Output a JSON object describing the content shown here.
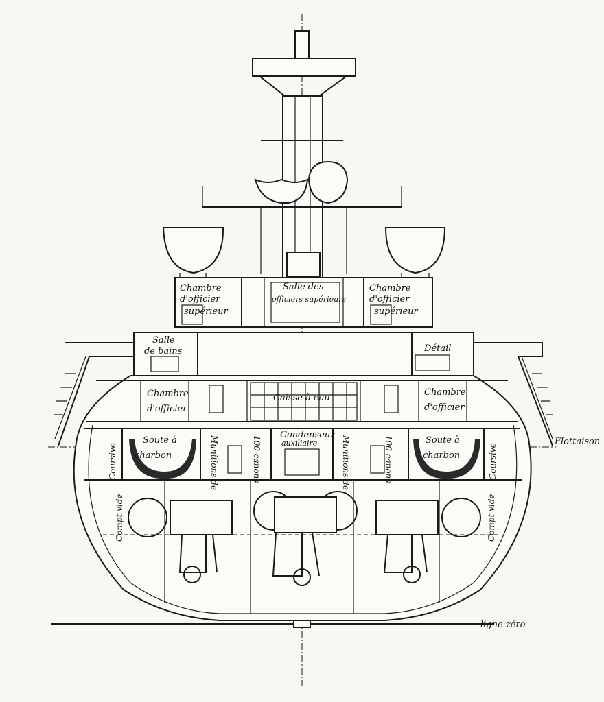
{
  "labels": {
    "chambre_officier_superieur_left_1": "Chambre",
    "chambre_officier_superieur_left_2": "d'officier",
    "chambre_officier_superieur_left_3": "supérieur",
    "chambre_officier_superieur_right_1": "Chambre",
    "chambre_officier_superieur_right_2": "d'officier",
    "chambre_officier_superieur_right_3": "supérieur",
    "officiers_superieurs_1": "Salle des",
    "officiers_superieurs_2": "officiers supérieurs",
    "salle_de_bains_1": "Salle",
    "salle_de_bains_2": "de bains",
    "detail": "Détail",
    "chambre_officier_left_1": "Chambre",
    "chambre_officier_left_2": "d'officier",
    "chambre_officier_right_1": "Chambre",
    "chambre_officier_right_2": "d'officier",
    "caisse_a_eau": "Caisse à eau",
    "soute_charbon_left_1": "Soute à",
    "soute_charbon_left_2": "charbon",
    "soute_charbon_right_1": "Soute à",
    "soute_charbon_right_2": "charbon",
    "condenseur_1": "Condenseur",
    "condenseur_2": "auxiliaire",
    "munitions_left_1": "Munitions de",
    "munitions_left_2": "100 canons",
    "munitions_right_1": "Munitions de",
    "munitions_right_2": "100 canons",
    "coursive_left": "Coursive",
    "coursive_right": "Coursive",
    "compt_vide_left": "Compt vide",
    "compt_vide_right": "Compt vide",
    "flottaison": "Flottaison",
    "ligne_zero": "ligne zéro"
  }
}
